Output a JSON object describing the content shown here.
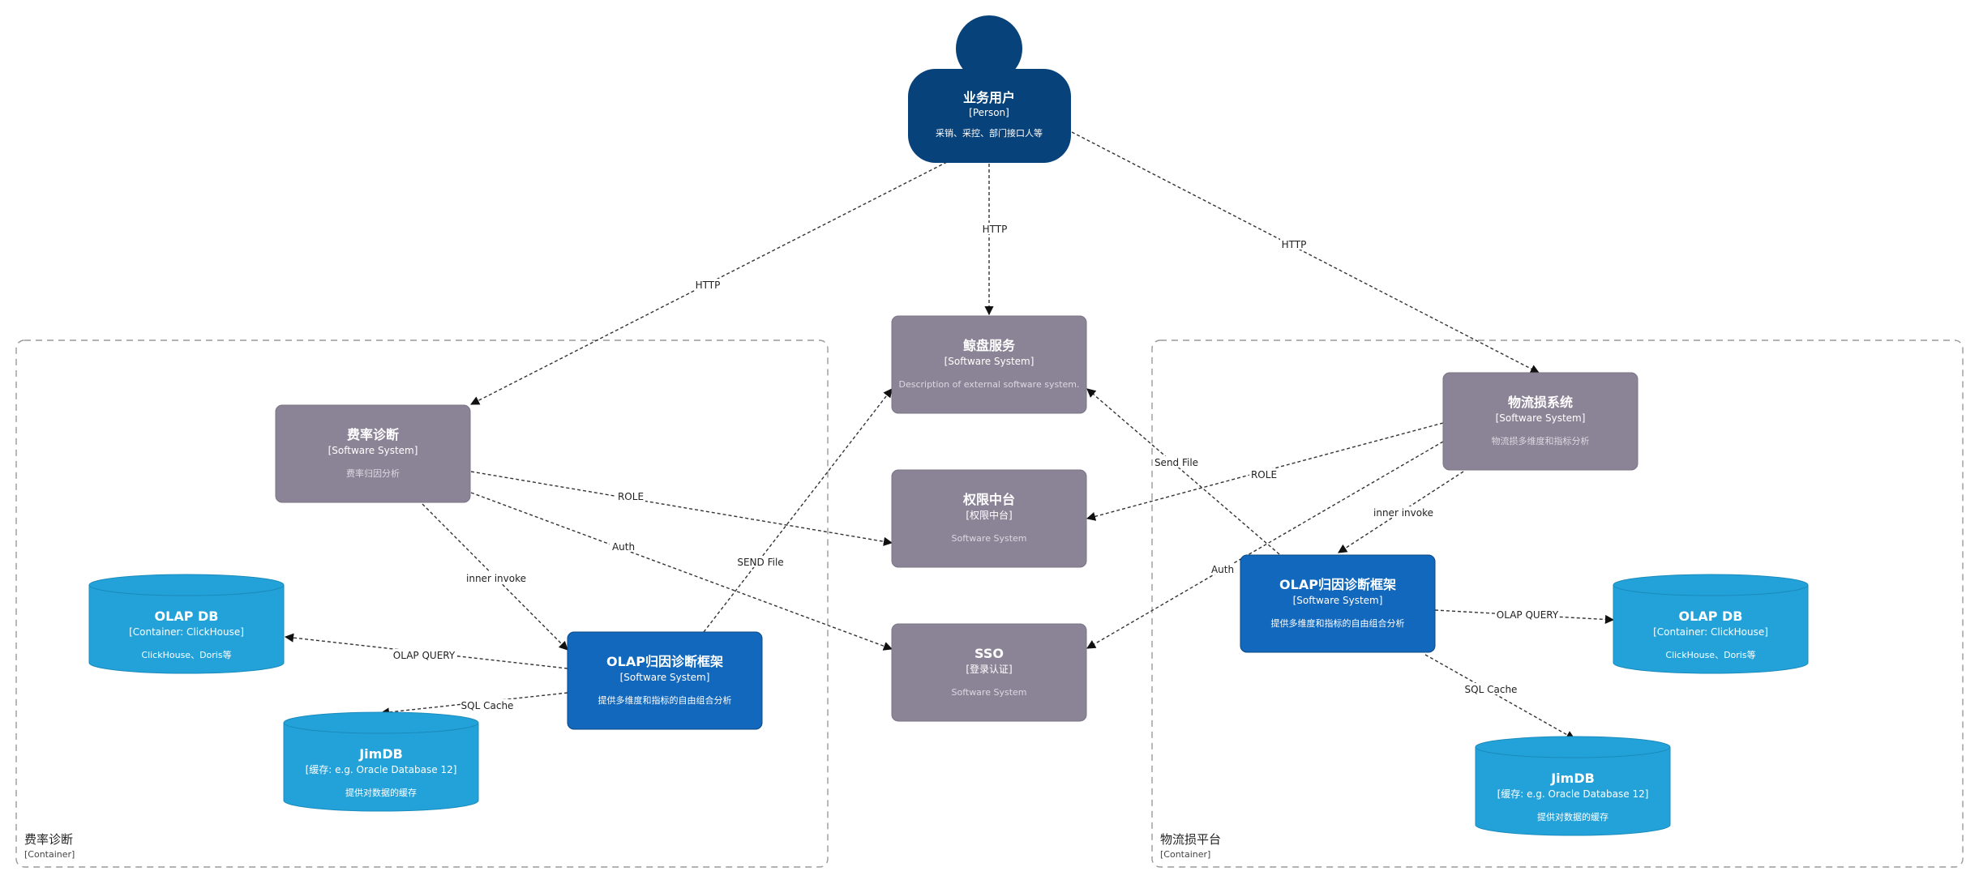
{
  "colors": {
    "person": "#08427b",
    "software_system_gray": "#8b8496",
    "software_system_blue": "#1168bd",
    "database": "#23a2d9",
    "edge": "#333333",
    "boundary": "#9a9a9a"
  },
  "person": {
    "title": "业务用户",
    "tech": "[Person]",
    "desc": "采销、采控、部门接口人等"
  },
  "boundaries": {
    "left": {
      "title": "费率诊断",
      "sub": "[Container]"
    },
    "right": {
      "title": "物流损平台",
      "sub": "[Container]"
    }
  },
  "nodes": {
    "pandian": {
      "title": "鲸盘服务",
      "tech": "[Software System]",
      "desc": "Description of external software system."
    },
    "quanxian": {
      "title": "权限中台",
      "tech": "[权限中台]",
      "desc": "Software System"
    },
    "sso": {
      "title": "SSO",
      "tech": "[登录认证]",
      "desc": "Software System"
    },
    "feilv": {
      "title": "费率诊断",
      "tech": "[Software System]",
      "desc": "费率归因分析"
    },
    "olap_left": {
      "title": "OLAP归因诊断框架",
      "tech": "[Software System]",
      "desc": "提供多维度和指标的自由组合分析"
    },
    "olapdb_left": {
      "title": "OLAP DB",
      "tech": "[Container: ClickHouse]",
      "desc": "ClickHouse、Doris等"
    },
    "jimdb_left": {
      "title": "JimDB",
      "tech": "[缓存: e.g. Oracle Database 12]",
      "desc": "提供对数据的缓存"
    },
    "wuliusun": {
      "title": "物流损系统",
      "tech": "[Software System]",
      "desc": "物流损多维度和指标分析"
    },
    "olap_right": {
      "title": "OLAP归因诊断框架",
      "tech": "[Software System]",
      "desc": "提供多维度和指标的自由组合分析"
    },
    "olapdb_right": {
      "title": "OLAP DB",
      "tech": "[Container: ClickHouse]",
      "desc": "ClickHouse、Doris等"
    },
    "jimdb_right": {
      "title": "JimDB",
      "tech": "[缓存: e.g. Oracle Database 12]",
      "desc": "提供对数据的缓存"
    }
  },
  "edges": {
    "person_feilv": "HTTP",
    "person_pandian": "HTTP",
    "person_wuliusun": "HTTP",
    "feilv_quanxian": "ROLE",
    "feilv_sso": "Auth",
    "feilv_olap": "inner invoke",
    "olap_pandian_left": "SEND File",
    "olap_olapdb_left": "OLAP QUERY",
    "olap_jimdb_left": "SQL Cache",
    "wuliusun_quanxian": "ROLE",
    "wuliusun_sso": "Auth",
    "wuliusun_olap": "inner invoke",
    "olap_pandian_right": "Send File",
    "olap_olapdb_right": "OLAP QUERY",
    "olap_jimdb_right": "SQL Cache"
  }
}
